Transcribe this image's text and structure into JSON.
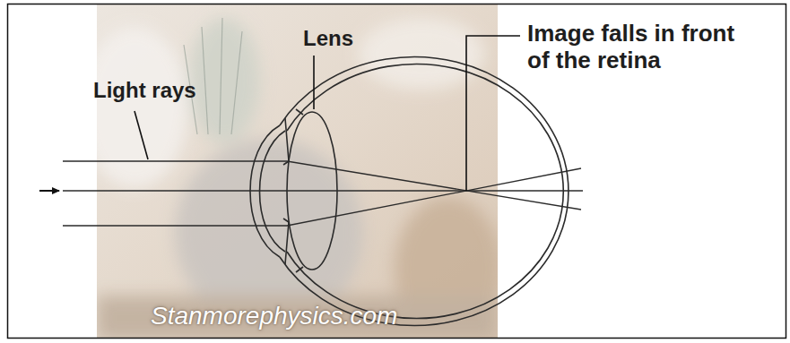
{
  "diagram": {
    "labels": [
      "Lens",
      "Light rays",
      "Image falls in front of the retina",
      "Stanmorephysics.com"
    ]
  }
}
